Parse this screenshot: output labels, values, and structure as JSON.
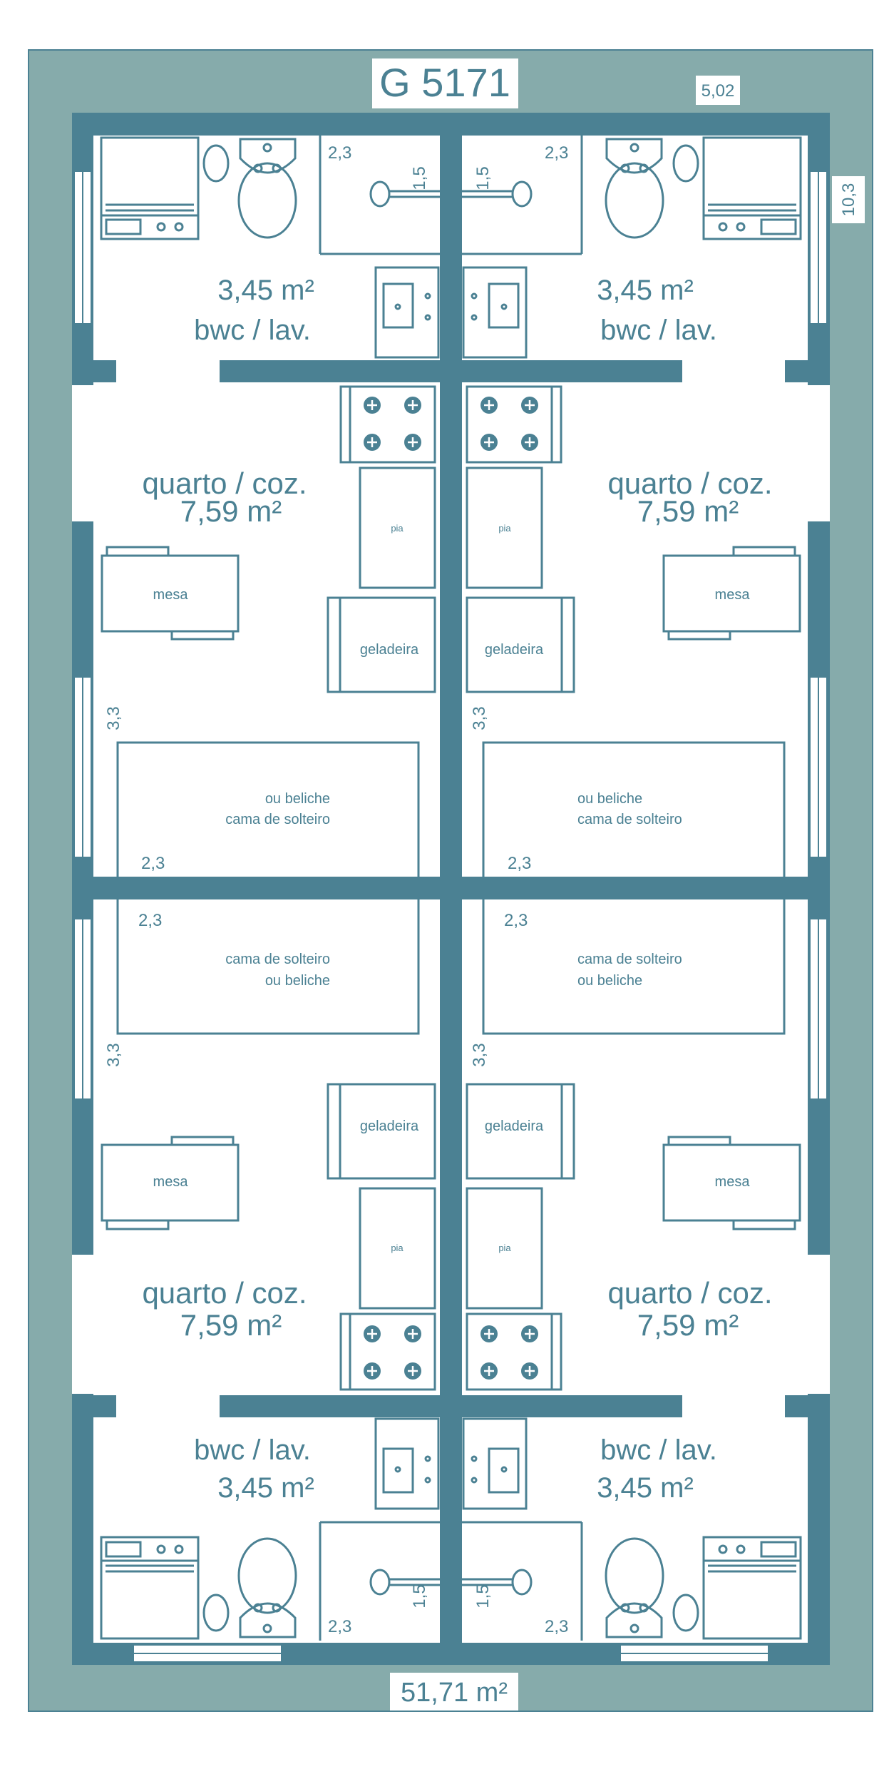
{
  "plan": {
    "title": "G 5171",
    "width_dim": "5,02",
    "length_dim": "10,3",
    "total_area": "51,71 m²"
  },
  "colors": {
    "outer": "#86abab",
    "wall": "#4b8193",
    "floor": "#ffffff"
  },
  "units": [
    {
      "bath_area": "3,45 m²",
      "bath_label": "bwc / lav.",
      "shower_w": "2,3",
      "shower_d": "1,5",
      "room_label": "quarto / coz.",
      "room_area": "7,59 m²",
      "sink": "pia",
      "fridge": "geladeira",
      "table": "mesa",
      "bed_line1": "ou beliche",
      "bed_line2": "cama de solteiro",
      "bed_w": "2,3",
      "bed_l": "3,3"
    },
    {
      "bath_area": "3,45 m²",
      "bath_label": "bwc / lav.",
      "shower_w": "2,3",
      "shower_d": "1,5",
      "room_label": "quarto / coz.",
      "room_area": "7,59 m²",
      "sink": "pia",
      "fridge": "geladeira",
      "table": "mesa",
      "bed_line1": "ou beliche",
      "bed_line2": "cama de solteiro",
      "bed_w": "2,3",
      "bed_l": "3,3"
    },
    {
      "bath_area": "3,45 m²",
      "bath_label": "bwc / lav.",
      "shower_w": "2,3",
      "shower_d": "1,5",
      "room_label": "quarto / coz.",
      "room_area": "7,59 m²",
      "sink": "pia",
      "fridge": "geladeira",
      "table": "mesa",
      "bed_line1": "cama de solteiro",
      "bed_line2": "ou beliche",
      "bed_w": "2,3",
      "bed_l": "3,3"
    },
    {
      "bath_area": "3,45 m²",
      "bath_label": "bwc / lav.",
      "shower_w": "2,3",
      "shower_d": "1,5",
      "room_label": "quarto / coz.",
      "room_area": "7,59 m²",
      "sink": "pia",
      "fridge": "geladeira",
      "table": "mesa",
      "bed_line1": "cama de solteiro",
      "bed_line2": "ou beliche",
      "bed_w": "2,3",
      "bed_l": "3,3"
    }
  ]
}
